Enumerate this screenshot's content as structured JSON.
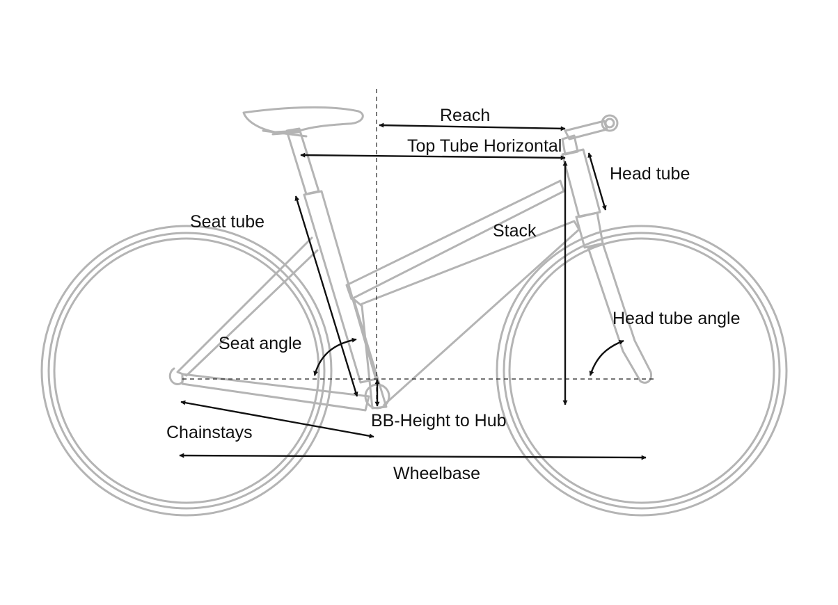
{
  "labels": {
    "reach": "Reach",
    "top_tube_horizontal": "Top Tube Horizontal",
    "head_tube": "Head tube",
    "seat_tube": "Seat tube",
    "stack": "Stack",
    "head_tube_angle": "Head tube angle",
    "seat_angle": "Seat angle",
    "bb_height_to_hub": "BB-Height to Hub",
    "chainstays": "Chainstays",
    "wheelbase": "Wheelbase"
  },
  "colors": {
    "frame": "#b4b4b4",
    "measure": "#111111",
    "background": "#ffffff"
  }
}
